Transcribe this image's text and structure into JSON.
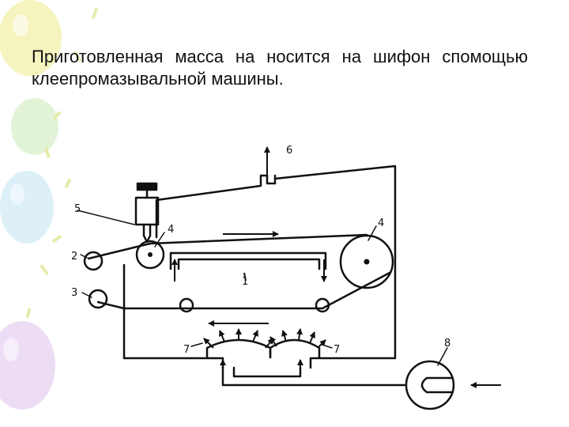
{
  "caption": "Приготовленная масса на носится на шифон спомощью клеепромазывальной машины.",
  "labels": {
    "l1": "1",
    "l2": "2",
    "l3": "3",
    "l4a": "4",
    "l4b": "4",
    "l5": "5",
    "l6": "6",
    "l7a": "7",
    "l7b": "7",
    "l8": "8"
  },
  "colors": {
    "ink": "#111111",
    "balloon_yellow": "#f4f3b8",
    "balloon_blue": "#d9eef7",
    "balloon_green": "#dff2d4",
    "balloon_purple": "#ead9f4"
  }
}
